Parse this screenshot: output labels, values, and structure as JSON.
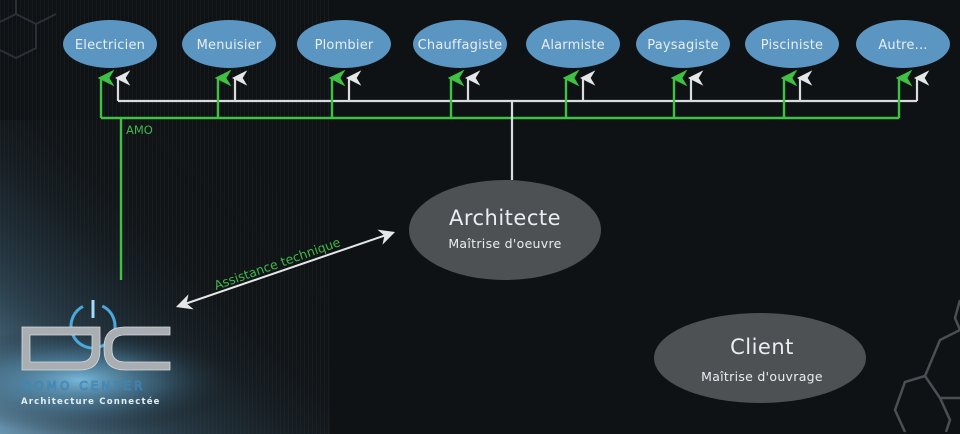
{
  "diagram": {
    "trades": [
      {
        "label": "Electricien"
      },
      {
        "label": "Menuisier"
      },
      {
        "label": "Plombier"
      },
      {
        "label": "Chauffagiste"
      },
      {
        "label": "Alarmiste"
      },
      {
        "label": "Paysagiste"
      },
      {
        "label": "Pisciniste"
      },
      {
        "label": "Autre..."
      }
    ],
    "amo_label": "AMO",
    "architect": {
      "title": "Architecte",
      "subtitle": "Maîtrise d'oeuvre"
    },
    "client": {
      "title": "Client",
      "subtitle": "Maîtrise d'ouvrage"
    },
    "assistance_label": "Assistance technique",
    "logo": {
      "name": "DOMO CENTER",
      "tagline": "Architecture Connectée",
      "monogram": "DC"
    }
  },
  "colors": {
    "background": "#0f1214",
    "trade_fill": "#5b95c2",
    "node_fill": "#4d5153",
    "green_line": "#3fc243",
    "white_line": "#d9dcdd",
    "logo_glow": "#4fb6ec"
  }
}
